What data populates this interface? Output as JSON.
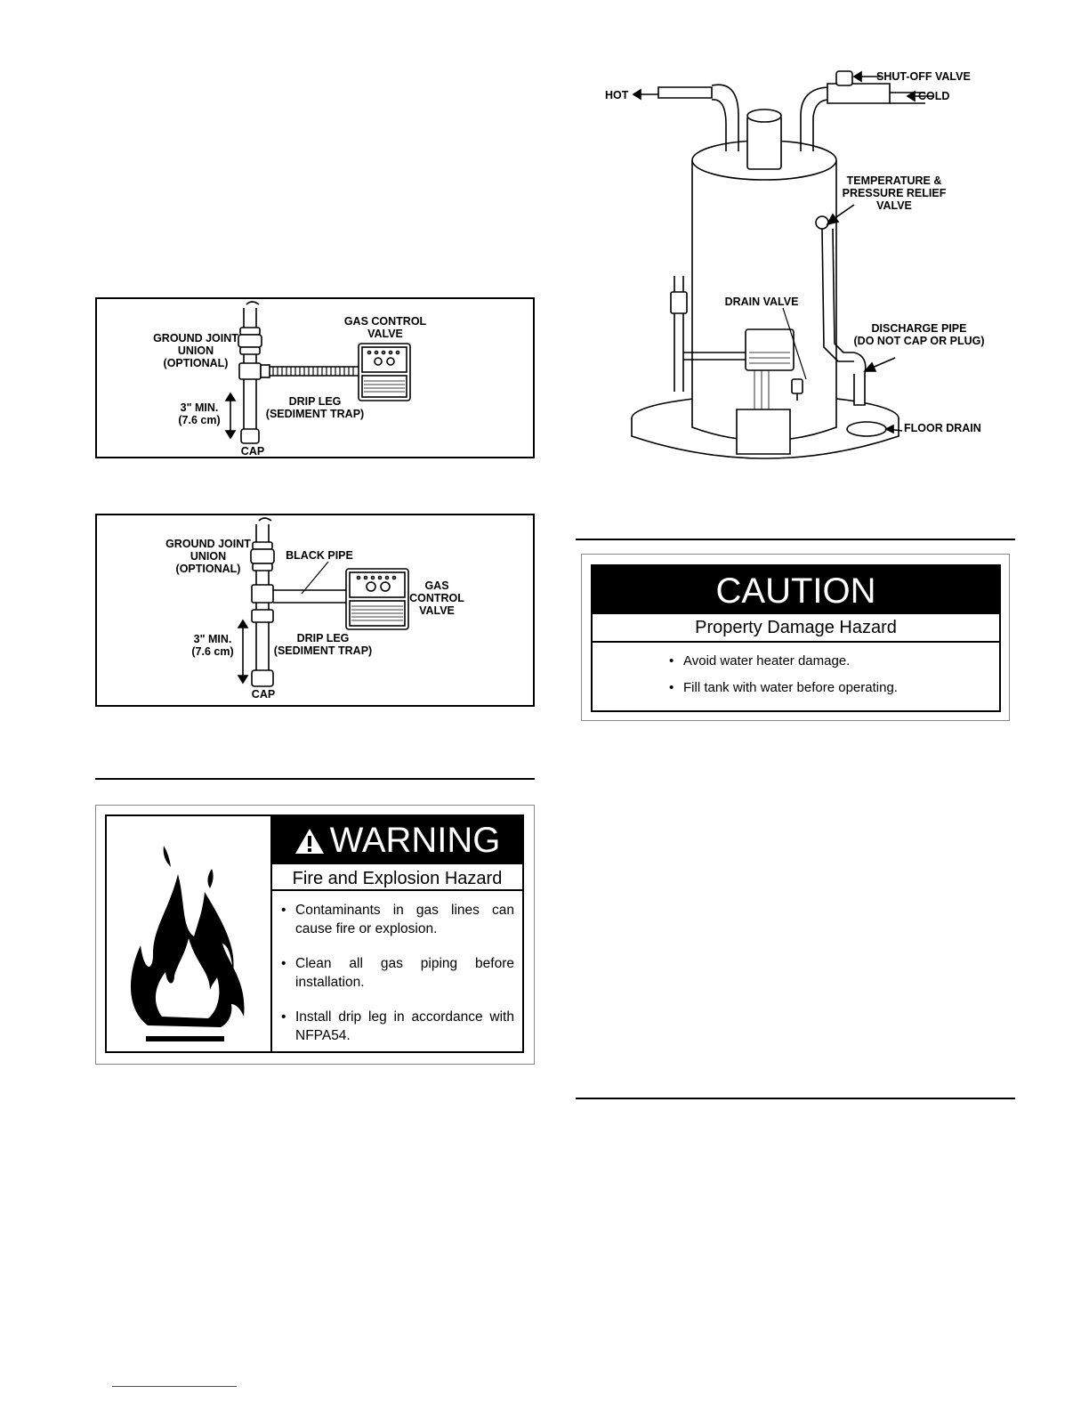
{
  "diagram_flex": {
    "ground_joint": "GROUND JOINT",
    "union": "UNION",
    "optional": "(OPTIONAL)",
    "gas_control": "GAS CONTROL",
    "valve": "VALVE",
    "drip_leg": "DRIP LEG",
    "sediment_trap": "(SEDIMENT TRAP)",
    "min": "3\" MIN.",
    "cm": "(7.6 cm)",
    "cap": "CAP"
  },
  "diagram_black": {
    "ground_joint": "GROUND JOINT",
    "union": "UNION",
    "optional": "(OPTIONAL)",
    "black_pipe": "BLACK PIPE",
    "gas": "GAS",
    "control": "CONTROL",
    "valve": "VALVE",
    "drip_leg": "DRIP LEG",
    "sediment_trap": "(SEDIMENT TRAP)",
    "min": "3\" MIN.",
    "cm": "(7.6 cm)",
    "cap": "CAP"
  },
  "heater_diagram": {
    "shutoff": "SHUT-OFF VALVE",
    "hot": "HOT",
    "cold": "COLD",
    "tp_line1": "TEMPERATURE &",
    "tp_line2": "PRESSURE RELIEF",
    "tp_line3": "VALVE",
    "drain_valve": "DRAIN VALVE",
    "discharge_line1": "DISCHARGE PIPE",
    "discharge_line2": "(DO NOT CAP OR PLUG)",
    "floor_drain": "FLOOR DRAIN"
  },
  "warning": {
    "title": "WARNING",
    "subtitle": "Fire and Explosion Hazard",
    "items": [
      "Contaminants in gas lines can cause fire or explosion.",
      "Clean all gas piping before installation.",
      "Install drip leg in accordance with NFPA54."
    ]
  },
  "caution": {
    "title": "CAUTION",
    "subtitle": "Property Damage Hazard",
    "items": [
      "Avoid water heater damage.",
      "Fill tank with water before operating."
    ]
  }
}
